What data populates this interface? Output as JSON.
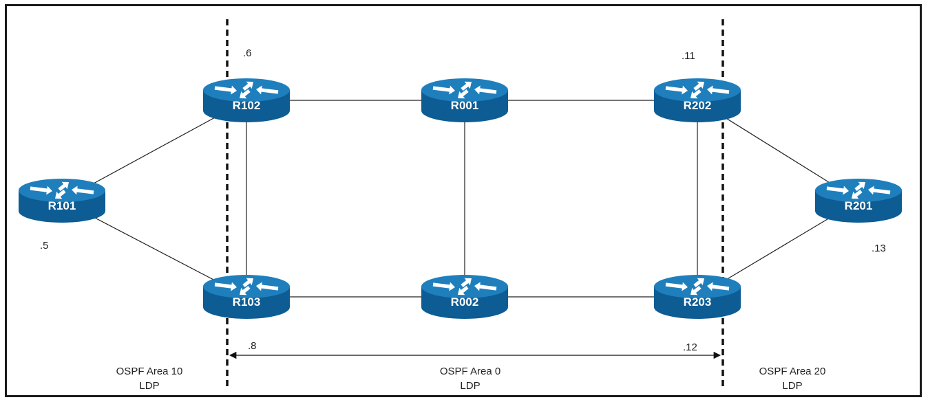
{
  "colors": {
    "router_top": "#1f7fbd",
    "router_side": "#0d5c94",
    "router_arrow": "#ffffff",
    "link": "#222222",
    "boundary": "#111111"
  },
  "routers": [
    {
      "id": "R101",
      "label": "R101"
    },
    {
      "id": "R102",
      "label": "R102"
    },
    {
      "id": "R103",
      "label": "R103"
    },
    {
      "id": "R001",
      "label": "R001"
    },
    {
      "id": "R002",
      "label": "R002"
    },
    {
      "id": "R202",
      "label": "R202"
    },
    {
      "id": "R203",
      "label": "R203"
    },
    {
      "id": "R201",
      "label": "R201"
    }
  ],
  "links": [
    [
      "R101",
      "R102"
    ],
    [
      "R101",
      "R103"
    ],
    [
      "R102",
      "R103"
    ],
    [
      "R102",
      "R001"
    ],
    [
      "R001",
      "R202"
    ],
    [
      "R001",
      "R002"
    ],
    [
      "R103",
      "R002"
    ],
    [
      "R002",
      "R203"
    ],
    [
      "R202",
      "R203"
    ],
    [
      "R202",
      "R201"
    ],
    [
      "R203",
      "R201"
    ]
  ],
  "addresses": [
    {
      "router": "R102",
      "text": ".6"
    },
    {
      "router": "R202",
      "text": ".11"
    },
    {
      "router": "R101",
      "text": ".5"
    },
    {
      "router": "R201",
      "text": ".13"
    },
    {
      "router": "R103",
      "text": ".8"
    },
    {
      "router": "R203",
      "text": ".12"
    }
  ],
  "areas": [
    {
      "name": "OSPF Area 10",
      "protocol": "LDP"
    },
    {
      "name": "OSPF Area 0",
      "protocol": "LDP"
    },
    {
      "name": "OSPF Area 20",
      "protocol": "LDP"
    }
  ]
}
